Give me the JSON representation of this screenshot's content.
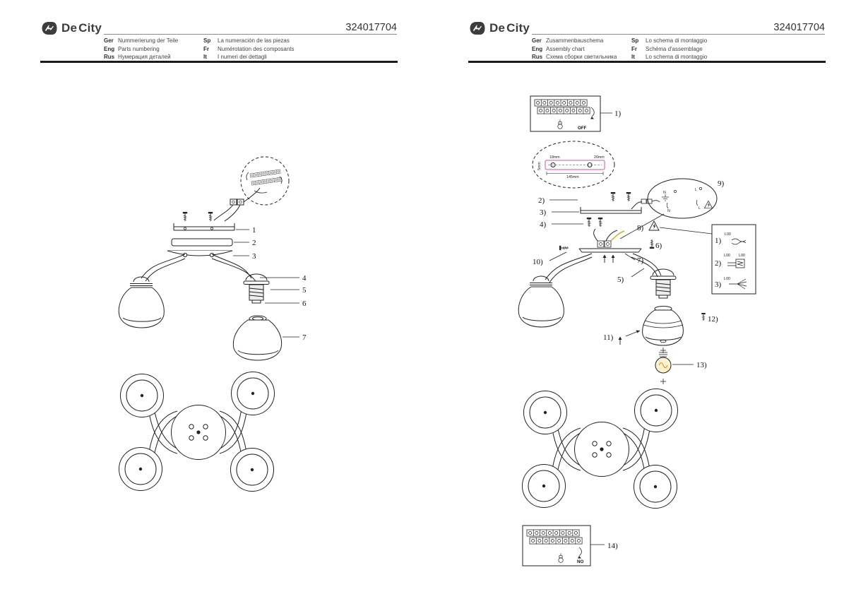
{
  "colors": {
    "brand_dark": "#3c3c3c",
    "template_pink": "#d9519e",
    "wire_yellow": "#c8a800",
    "bulb_glow": "#fdf3d0",
    "filament_orange": "#e08818"
  },
  "left": {
    "brand": {
      "de": "De",
      "city": "City"
    },
    "code": "324017704",
    "table": {
      "col1": [
        {
          "lang": "Ger",
          "text": "Nummerierung der Teile"
        },
        {
          "lang": "Eng",
          "text": "Parts numbering"
        },
        {
          "lang": "Rus",
          "text": "Нумерация деталей"
        }
      ],
      "col2": [
        {
          "lang": "Sp",
          "text": "La numeración de las piezas"
        },
        {
          "lang": "Fr",
          "text": "Numérotation des composants"
        },
        {
          "lang": "It",
          "text": "I numeri dei dettagli"
        }
      ]
    },
    "parts": {
      "p1": "1",
      "p2": "2",
      "p3": "3",
      "p4": "4",
      "p5": "5",
      "p6": "6",
      "p7": "7"
    }
  },
  "right": {
    "brand": {
      "de": "De",
      "city": "City"
    },
    "code": "324017704",
    "table": {
      "col1": [
        {
          "lang": "Ger",
          "text": "Zusammenbauschema"
        },
        {
          "lang": "Eng",
          "text": "Assembly chart"
        },
        {
          "lang": "Rus",
          "text": "Схема сборки светильника"
        }
      ],
      "col2": [
        {
          "lang": "Sp",
          "text": "Lo schema di montaggio"
        },
        {
          "lang": "Fr",
          "text": "Schéma d'assemblage"
        },
        {
          "lang": "It",
          "text": "Lo schema di montaggio"
        }
      ]
    },
    "steps": {
      "s1": "1)",
      "s2": "2)",
      "s3": "3)",
      "s4": "4)",
      "s5": "5)",
      "s6": "6)",
      "s7": "7)",
      "s8": "8)",
      "s9": "9)",
      "s10": "10)",
      "s11": "11)",
      "s12": "12)",
      "s13": "13)",
      "s14": "14)"
    },
    "ann": {
      "off": "OFF",
      "no": "NO",
      "dim18": "18mm",
      "dim20": "20mm",
      "dim5": "5mm",
      "dim145": "145mm",
      "n1": "N",
      "l1": "L",
      "n2": "N",
      "l2": "L"
    },
    "wirebox": {
      "r1n": "1)",
      "r1l": "L00",
      "r2n": "2)",
      "r2la": "L00",
      "r2lb": "L00",
      "r3n": "3)",
      "r3l": "L00"
    }
  }
}
